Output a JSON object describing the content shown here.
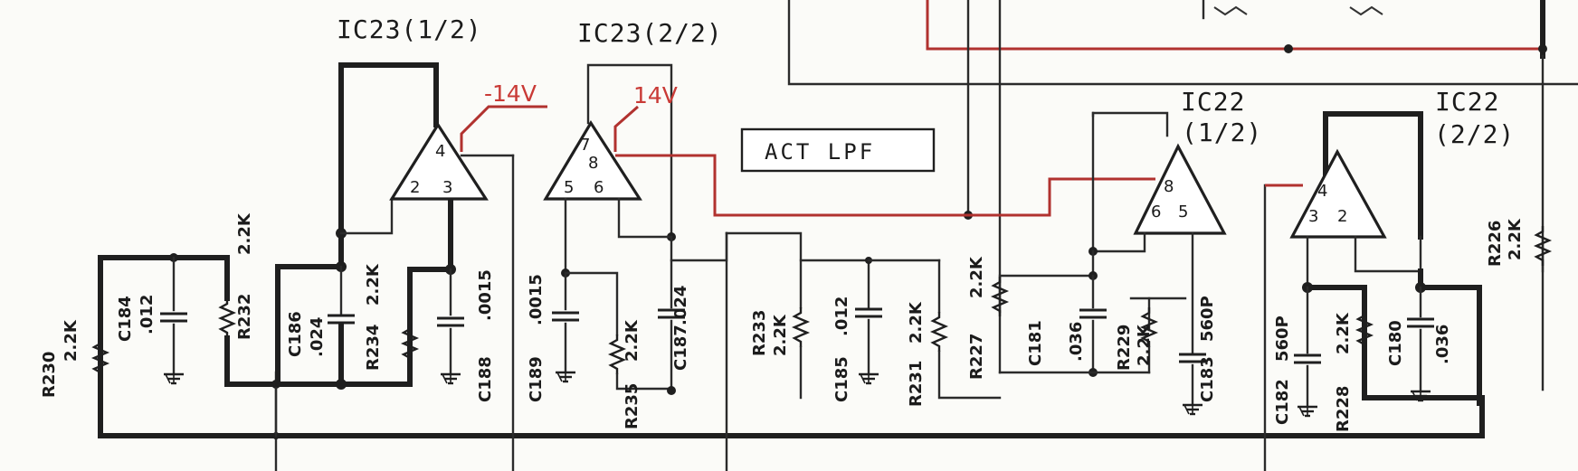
{
  "ics": {
    "ic23a": {
      "label": "IC23(1/2)",
      "pins": [
        "4",
        "2",
        "3"
      ],
      "supply": "-14V"
    },
    "ic23b": {
      "label": "IC23(2/2)",
      "pins": [
        "7",
        "8",
        "5",
        "6"
      ],
      "supply": "14V"
    },
    "ic22a": {
      "label_line1": "IC22",
      "label_line2": "(1/2)",
      "pins": [
        "8",
        "6",
        "5"
      ]
    },
    "ic22b": {
      "label_line1": "IC22",
      "label_line2": "(2/2)",
      "pins": [
        "4",
        "3",
        "2"
      ]
    }
  },
  "block_label": "ACT LPF",
  "components": {
    "r230": "R230",
    "r230_val": "2.2K",
    "c184": "C184",
    "c184_val": ".012",
    "r232": "R232",
    "r232_val": "2.2K",
    "c186": "C186",
    "c186_val": ".024",
    "r234": "R234",
    "r234_val": "2.2K",
    "c188": "C188",
    "c188_val": ".0015",
    "c189": "C189",
    "c189_val": ".0015",
    "r235": "R235",
    "r235_val": "2.2K",
    "c187": "C187",
    "c187_val": ".024",
    "r233": "R233",
    "r233_val": "2.2K",
    "c185": "C185",
    "c185_val": ".012",
    "r231": "R231",
    "r231_val": "2.2K",
    "r227": "R227",
    "r227_val": "2.2K",
    "c181": "C181",
    "c181_val": ".036",
    "r229": "R229",
    "r229_val": "2.2K",
    "c183": "C183",
    "c183_val": "560P",
    "c182": "C182",
    "c182_val": "560P",
    "r228": "R228",
    "r228_val": "2.2K",
    "c180": "C180",
    "c180_val": ".036",
    "r226": "R226",
    "r226_val": "2.2K"
  },
  "colors": {
    "wire": "#1f1f1f",
    "supply_trace": "#b1322f",
    "supply_text": "#c93a36"
  }
}
